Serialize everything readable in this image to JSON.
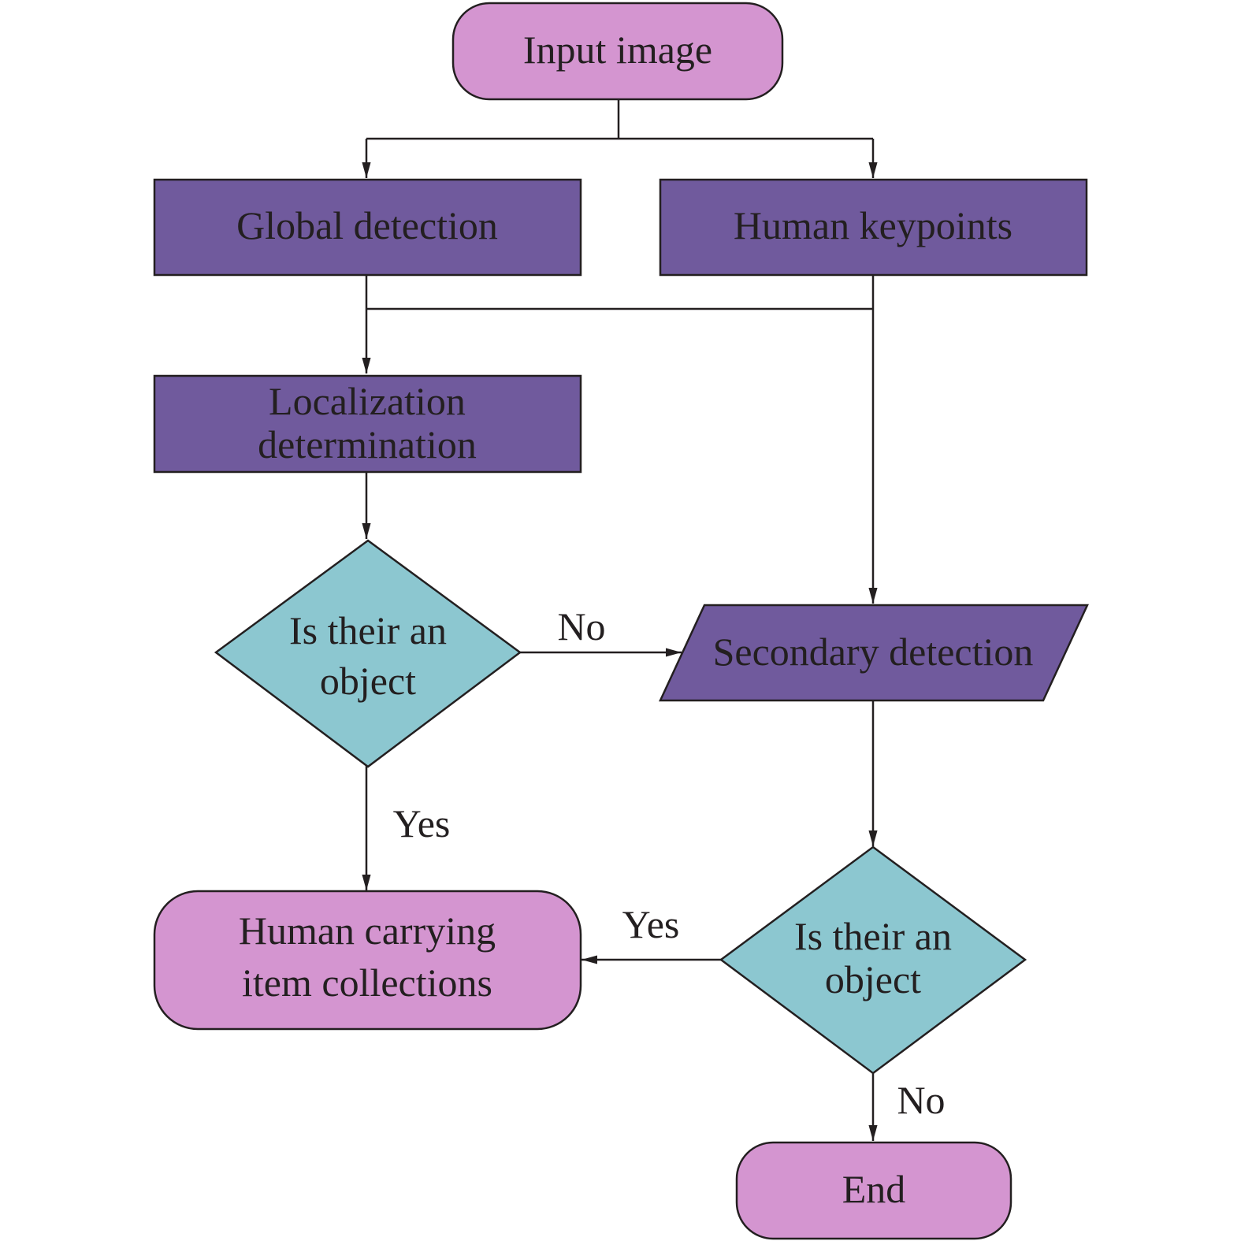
{
  "colors": {
    "terminal_fill": "#d495d0",
    "process_fill": "#705a9d",
    "decision_fill": "#8cc7d0",
    "stroke": "#231f20",
    "text": "#231f20"
  },
  "nodes": {
    "input_image": {
      "label": "Input image",
      "shape": "rounded-rectangle"
    },
    "global_detection": {
      "label": "Global detection",
      "shape": "rectangle"
    },
    "human_keypoints": {
      "label": "Human keypoints",
      "shape": "rectangle"
    },
    "localization": {
      "label_line1": "Localization",
      "label_line2": "determination",
      "shape": "rectangle"
    },
    "decision_1": {
      "label_line1": "Is their an",
      "label_line2": "object",
      "shape": "diamond"
    },
    "secondary_detection": {
      "label": "Secondary detection",
      "shape": "parallelogram"
    },
    "decision_2": {
      "label_line1": "Is their an",
      "label_line2": "object",
      "shape": "diamond"
    },
    "collections": {
      "label_line1": "Human carrying",
      "label_line2": "item collections",
      "shape": "rounded-rectangle"
    },
    "end": {
      "label": "End",
      "shape": "rounded-rectangle"
    }
  },
  "edge_labels": {
    "decision_1_no": "No",
    "decision_1_yes": "Yes",
    "decision_2_yes": "Yes",
    "decision_2_no": "No"
  }
}
